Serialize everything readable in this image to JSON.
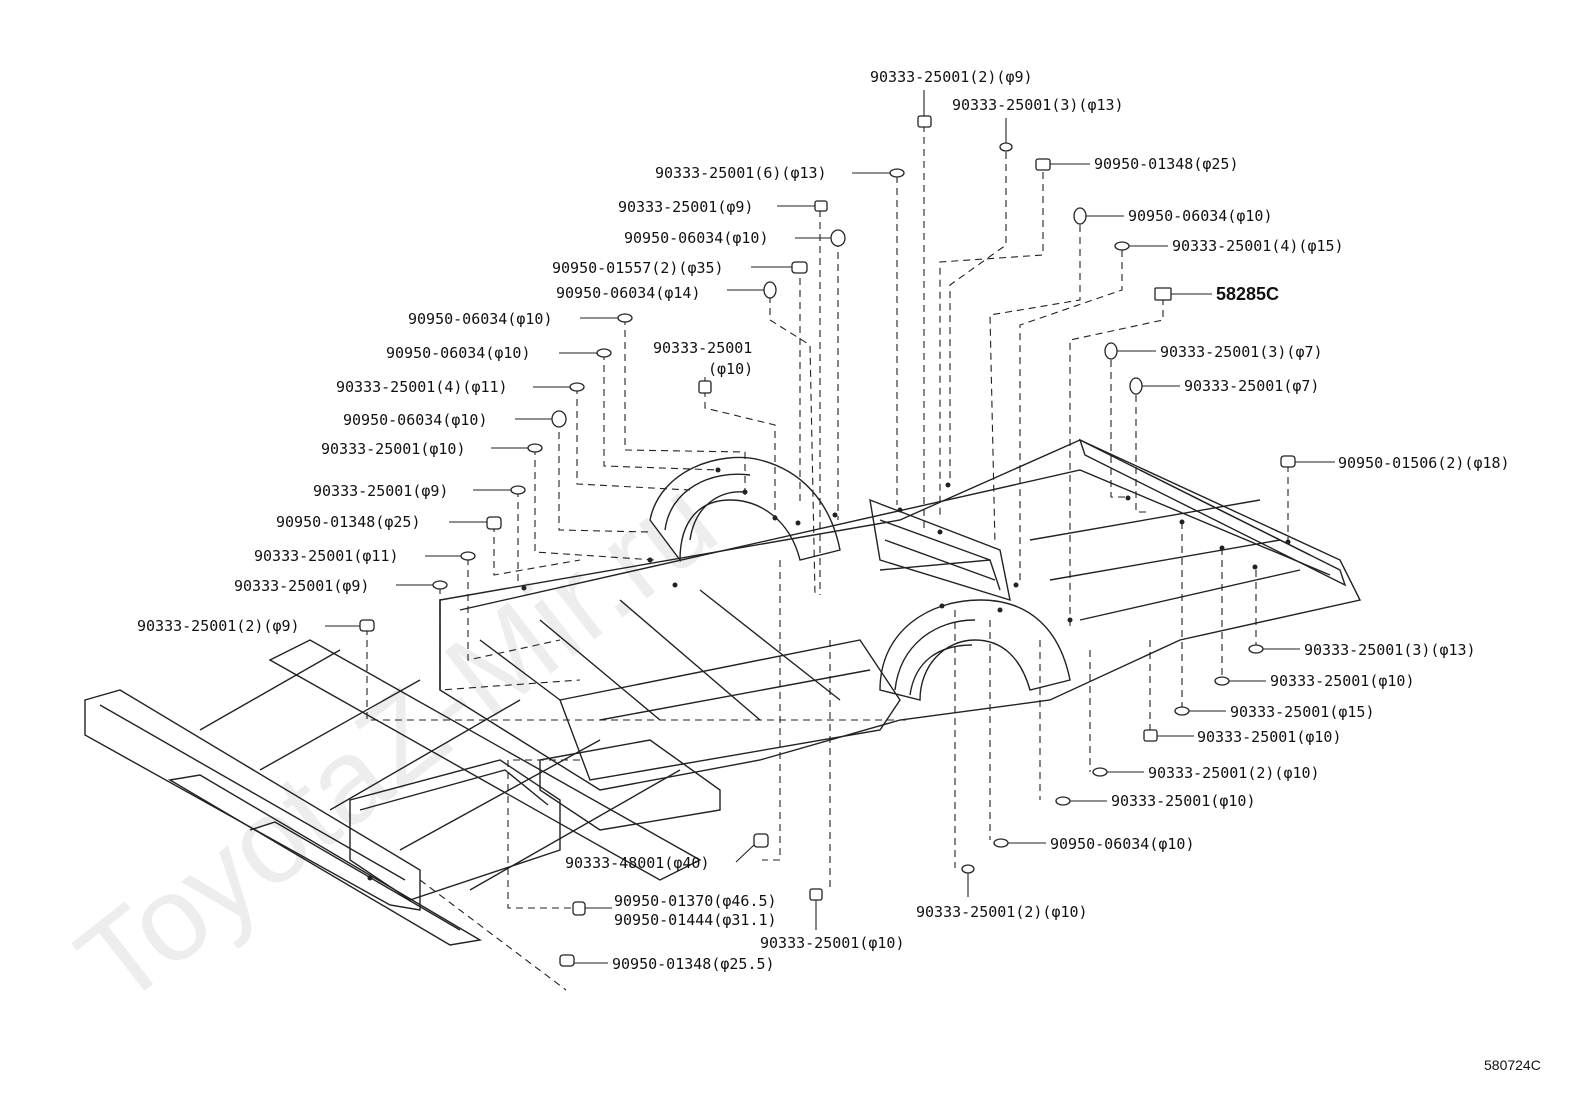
{
  "watermark": "ToyotaZ-Mir.ru",
  "diagram_code": "580724C",
  "callouts": [
    {
      "text": "90333-25001(2)(φ9)"
    },
    {
      "text": "90333-25001(3)(φ13)"
    },
    {
      "text": "90333-25001(6)(φ13)"
    },
    {
      "text": "90950-01348(φ25)"
    },
    {
      "text": "90333-25001(φ9)"
    },
    {
      "text": "90950-06034(φ10)"
    },
    {
      "text": "90950-06034(φ10)"
    },
    {
      "text": "90333-25001(4)(φ15)"
    },
    {
      "text": "90950-01557(2)(φ35)"
    },
    {
      "text": "90950-06034(φ14)"
    },
    {
      "text": "58285C"
    },
    {
      "text": "90950-06034(φ10)"
    },
    {
      "text": "90333-25001"
    },
    {
      "text": "(φ10)"
    },
    {
      "text": "90950-06034(φ10)"
    },
    {
      "text": "90333-25001(3)(φ7)"
    },
    {
      "text": "90333-25001(4)(φ11)"
    },
    {
      "text": "90333-25001(φ7)"
    },
    {
      "text": "90950-06034(φ10)"
    },
    {
      "text": "90333-25001(φ10)"
    },
    {
      "text": "90950-01506(2)(φ18)"
    },
    {
      "text": "90333-25001(φ9)"
    },
    {
      "text": "90950-01348(φ25)"
    },
    {
      "text": "90333-25001(φ11)"
    },
    {
      "text": "90333-25001(φ9)"
    },
    {
      "text": "90333-25001(2)(φ9)"
    },
    {
      "text": "90333-25001(3)(φ13)"
    },
    {
      "text": "90333-25001(φ10)"
    },
    {
      "text": "90333-25001(φ15)"
    },
    {
      "text": "90333-25001(φ10)"
    },
    {
      "text": "90333-25001(2)(φ10)"
    },
    {
      "text": "90333-25001(φ10)"
    },
    {
      "text": "90950-06034(φ10)"
    },
    {
      "text": "90333-48001(φ40)"
    },
    {
      "text": "90950-01370(φ46.5)"
    },
    {
      "text": "90950-01444(φ31.1)"
    },
    {
      "text": "90333-25001(2)(φ10)"
    },
    {
      "text": "90333-25001(φ10)"
    },
    {
      "text": "90950-01348(φ25.5)"
    }
  ]
}
